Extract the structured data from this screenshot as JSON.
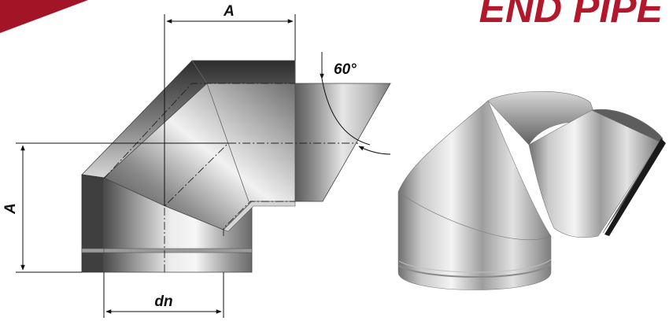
{
  "header": {
    "title": "END PIPE",
    "title_color": "#b3172b",
    "corner_color": "#a31427"
  },
  "drawing": {
    "dim_width_label": "A",
    "dim_height_label": "A",
    "dim_diameter_label": "dn",
    "angle_label": "60°"
  }
}
